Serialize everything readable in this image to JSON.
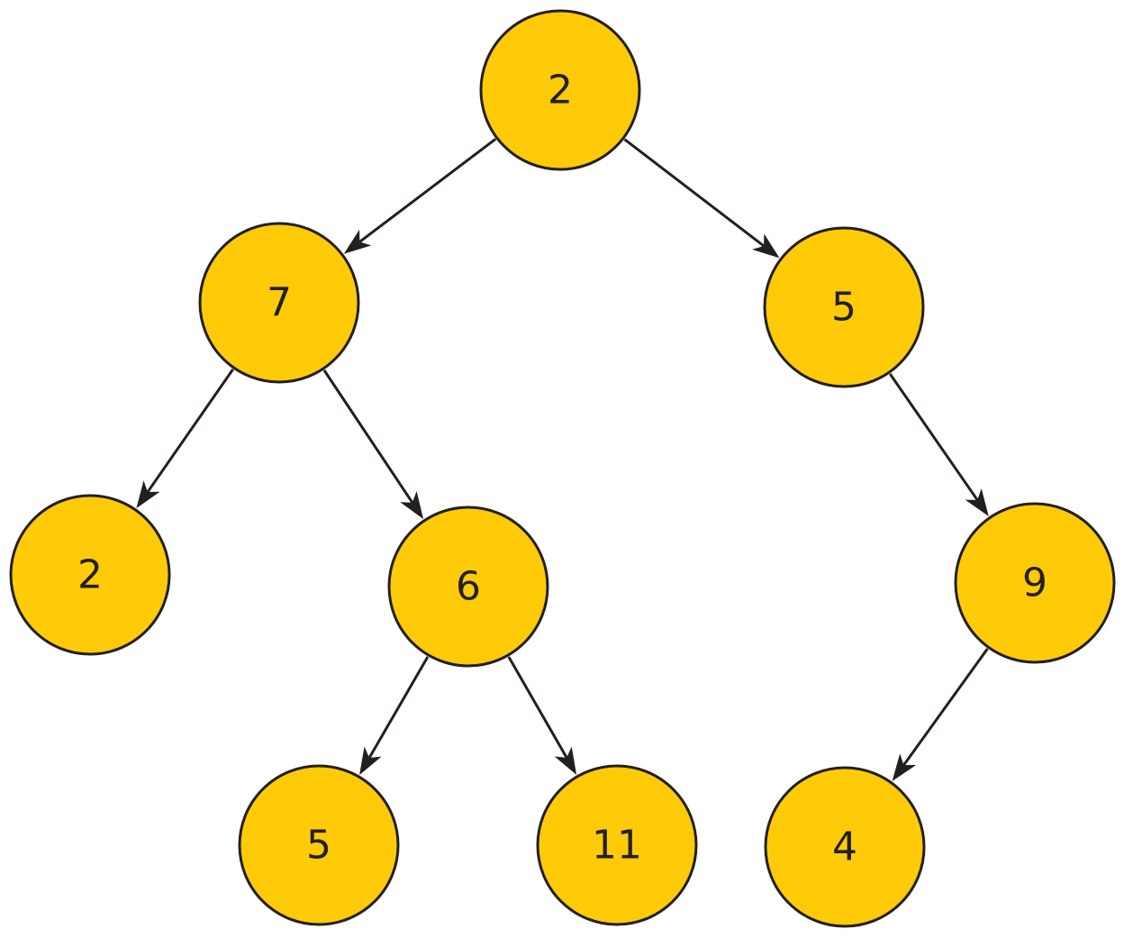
{
  "colors": {
    "node_fill": "#FFCB08",
    "outline": "#231F20",
    "background": "#FFFFFF"
  },
  "tree": {
    "nodes": [
      {
        "id": "root",
        "label": "2"
      },
      {
        "id": "left",
        "label": "7"
      },
      {
        "id": "right",
        "label": "5"
      },
      {
        "id": "left-left",
        "label": "2"
      },
      {
        "id": "left-right",
        "label": "6"
      },
      {
        "id": "right-right",
        "label": "9"
      },
      {
        "id": "left-right-left",
        "label": "5"
      },
      {
        "id": "left-right-right",
        "label": "11"
      },
      {
        "id": "right-right-left",
        "label": "4"
      }
    ],
    "edges": [
      {
        "from": "root",
        "to": "left"
      },
      {
        "from": "root",
        "to": "right"
      },
      {
        "from": "left",
        "to": "left-left"
      },
      {
        "from": "left",
        "to": "left-right"
      },
      {
        "from": "right",
        "to": "right-right"
      },
      {
        "from": "left-right",
        "to": "left-right-left"
      },
      {
        "from": "left-right",
        "to": "left-right-right"
      },
      {
        "from": "right-right",
        "to": "right-right-left"
      }
    ]
  }
}
